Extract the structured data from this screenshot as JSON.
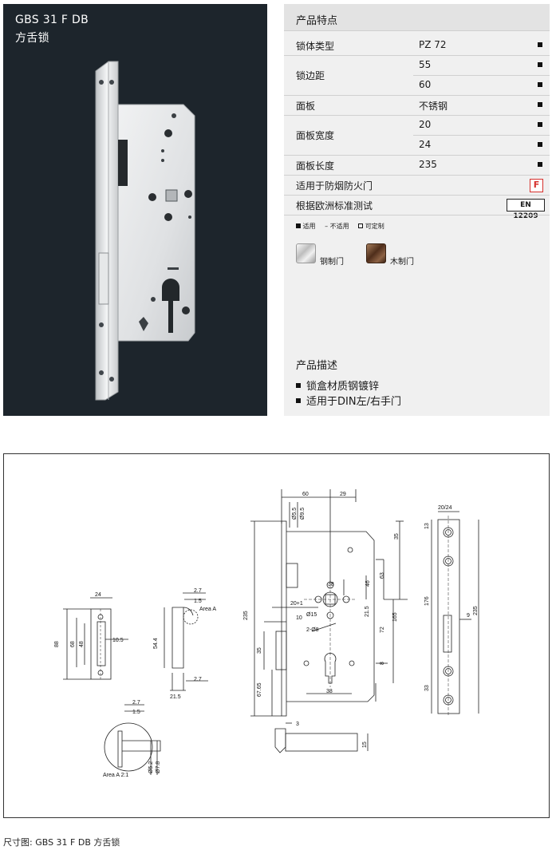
{
  "product": {
    "model": "GBS 31 F DB",
    "type": "方舌锁"
  },
  "spec": {
    "header": "产品特点",
    "rows": [
      {
        "label": "锁体类型",
        "value": "PZ  72",
        "mark": "■"
      },
      {
        "label": "锁边距",
        "value": "55",
        "mark": "■"
      },
      {
        "label": "",
        "value": "60",
        "mark": "■"
      },
      {
        "label": "面板",
        "value": "不锈钢",
        "mark": "■"
      },
      {
        "label": "面板宽度",
        "value": "20",
        "mark": "■"
      },
      {
        "label": "",
        "value": "24",
        "mark": "■"
      },
      {
        "label": "面板长度",
        "value": "235",
        "mark": "■"
      },
      {
        "label": "适用于防烟防火门",
        "value": "",
        "mark": "F"
      },
      {
        "label": "根据欧洲标准测试",
        "value": "",
        "mark": "EN 12209"
      }
    ],
    "legend": {
      "applicable": "适用",
      "not_applicable": "– 不适用",
      "customizable": "可定制"
    },
    "doors": {
      "steel": "钢制门",
      "wood": "木制门"
    },
    "description_title": "产品描述",
    "description": [
      "锁盒材质钢镀锌",
      "适用于DIN左/右手门"
    ]
  },
  "drawing": {
    "dims": {
      "d24": "24",
      "d88": "88",
      "d68": "68",
      "d48": "48",
      "d105": "10.5",
      "d27a": "2.7",
      "d15a": "1.5",
      "areaA": "Area A",
      "d544": "54.4",
      "d27b": "2.7",
      "d215a": "21.5",
      "d27c": "2.7",
      "d15c": "1.5",
      "d52": "Ø5.2",
      "d78": "Ø7.8",
      "areaA21": "Area A  2:1",
      "d60": "60",
      "d29": "29",
      "d55": "Ø5.5",
      "d95": "Ø9.5",
      "d35a": "35",
      "d38a": "38",
      "d46": "46",
      "d63": "63",
      "d235a": "235",
      "d201": "20+1",
      "d10": "10",
      "d15b": "Ø15",
      "d215b": "21.5",
      "d165": "165",
      "d28": "2-Ø8",
      "d72": "72",
      "d35b": "35",
      "d6765": "67.65",
      "d8": "8",
      "d38b": "38",
      "d3": "3",
      "d15d": "15",
      "d2024": "20/24",
      "d13": "13",
      "d176": "176",
      "d9": "9",
      "d235b": "235",
      "d33": "33"
    }
  },
  "caption": "尺寸图: GBS 31 F DB 方舌锁"
}
